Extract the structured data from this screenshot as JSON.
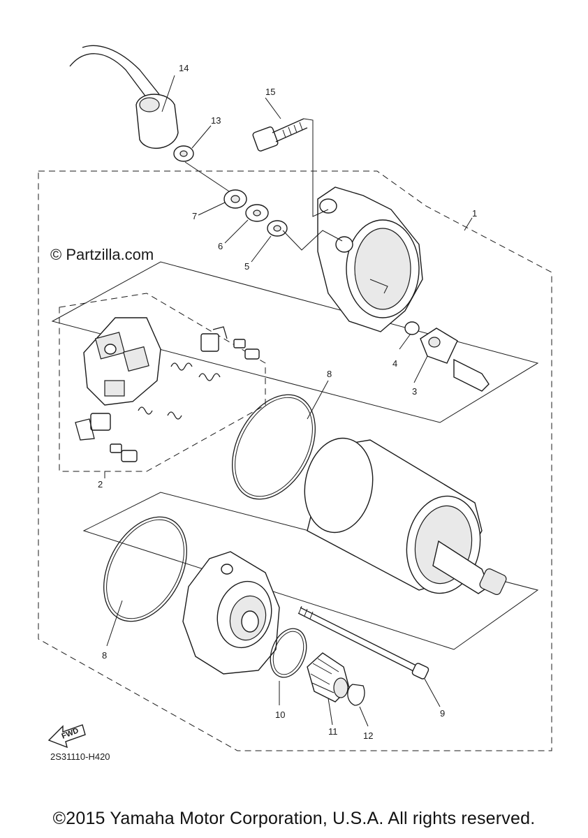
{
  "watermark": "© Partzilla.com",
  "diagram_code": "2S31110-H420",
  "fwd_label": "FWD",
  "copyright": "©2015 Yamaha Motor Corporation, U.S.A. All rights reserved.",
  "callouts": {
    "c1": "1",
    "c2": "2",
    "c3": "3",
    "c4": "4",
    "c5": "5",
    "c6": "6",
    "c7": "7",
    "c8a": "8",
    "c8b": "8",
    "c9": "9",
    "c10": "10",
    "c11": "11",
    "c12": "12",
    "c13": "13",
    "c14": "14",
    "c15": "15"
  }
}
